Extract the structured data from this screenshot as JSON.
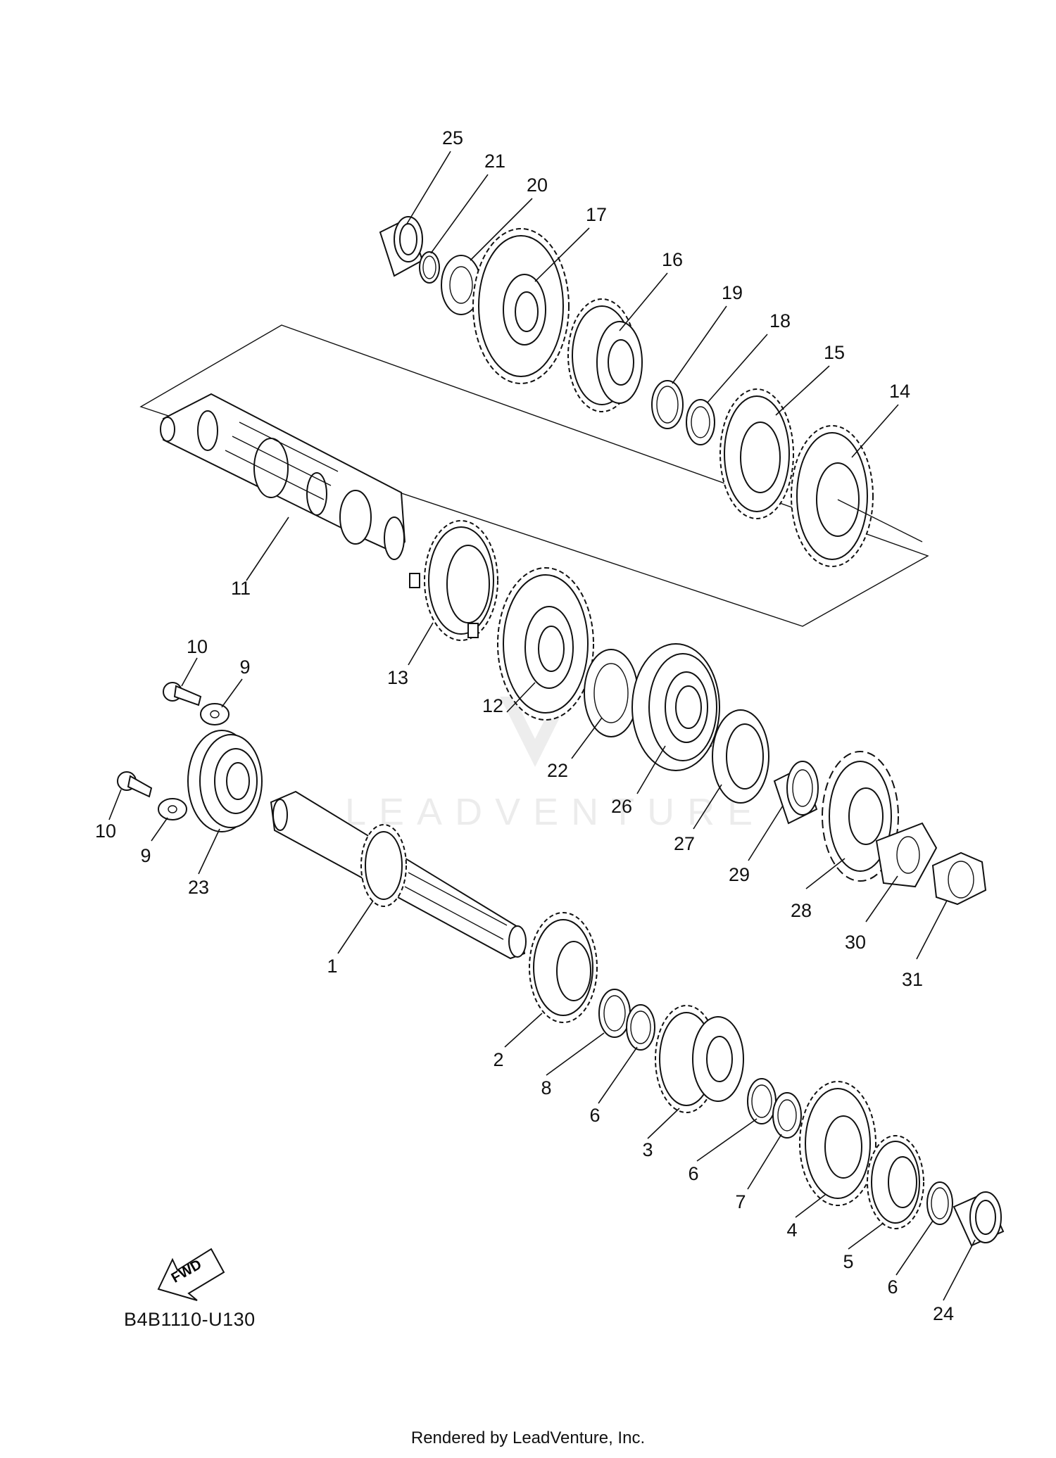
{
  "diagram": {
    "code": "B4B1110-U130",
    "footer": "Rendered by LeadVenture, Inc.",
    "watermark": "LEADVENTURE",
    "fwd_label": "FWD",
    "callouts": [
      {
        "id": "c25",
        "label": "25"
      },
      {
        "id": "c21",
        "label": "21"
      },
      {
        "id": "c20",
        "label": "20"
      },
      {
        "id": "c17",
        "label": "17"
      },
      {
        "id": "c16",
        "label": "16"
      },
      {
        "id": "c19",
        "label": "19"
      },
      {
        "id": "c18",
        "label": "18"
      },
      {
        "id": "c15",
        "label": "15"
      },
      {
        "id": "c14",
        "label": "14"
      },
      {
        "id": "c11",
        "label": "11"
      },
      {
        "id": "c13",
        "label": "13"
      },
      {
        "id": "c12",
        "label": "12"
      },
      {
        "id": "c22",
        "label": "22"
      },
      {
        "id": "c26",
        "label": "26"
      },
      {
        "id": "c27",
        "label": "27"
      },
      {
        "id": "c29",
        "label": "29"
      },
      {
        "id": "c28",
        "label": "28"
      },
      {
        "id": "c30",
        "label": "30"
      },
      {
        "id": "c31",
        "label": "31"
      },
      {
        "id": "c10a",
        "label": "10"
      },
      {
        "id": "c9a",
        "label": "9"
      },
      {
        "id": "c10b",
        "label": "10"
      },
      {
        "id": "c9b",
        "label": "9"
      },
      {
        "id": "c23",
        "label": "23"
      },
      {
        "id": "c1",
        "label": "1"
      },
      {
        "id": "c2",
        "label": "2"
      },
      {
        "id": "c8",
        "label": "8"
      },
      {
        "id": "c6a",
        "label": "6"
      },
      {
        "id": "c3",
        "label": "3"
      },
      {
        "id": "c6b",
        "label": "6"
      },
      {
        "id": "c7",
        "label": "7"
      },
      {
        "id": "c4",
        "label": "4"
      },
      {
        "id": "c5",
        "label": "5"
      },
      {
        "id": "c6c",
        "label": "6"
      },
      {
        "id": "c24",
        "label": "24"
      }
    ]
  }
}
